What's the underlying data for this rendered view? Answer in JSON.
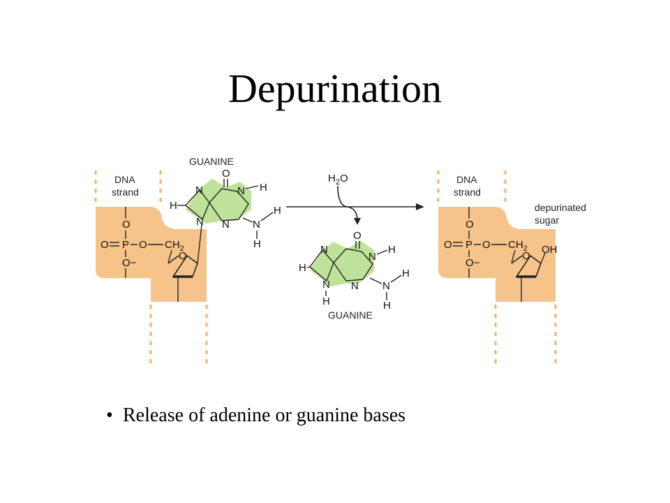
{
  "slide": {
    "title": "Depurination",
    "bullet": "Release of adenine or guanine bases"
  },
  "diagram": {
    "guanine_label_top": "GUANINE",
    "guanine_label_released": "GUANINE",
    "dna_strand_left_line1": "DNA",
    "dna_strand_left_line2": "strand",
    "dna_strand_right_line1": "DNA",
    "dna_strand_right_line2": "strand",
    "reagent_h": "H",
    "reagent_sub": "2",
    "reagent_o": "O",
    "depurinated_line1": "depurinated",
    "depurinated_line2": "sugar",
    "atom_o": "O",
    "atom_p": "P",
    "atom_n": "N",
    "atom_h": "H",
    "atom_ch2": "CH",
    "atom_ch2_sub": "2",
    "atom_o_minus": "O−",
    "atom_oh_o": "O",
    "atom_oh_h": "H"
  },
  "colors": {
    "sugar_fill": "#f6c38a",
    "base_fill": "#bfe29a",
    "dash": "#f4b26b",
    "accent_red": "#e0364b"
  }
}
